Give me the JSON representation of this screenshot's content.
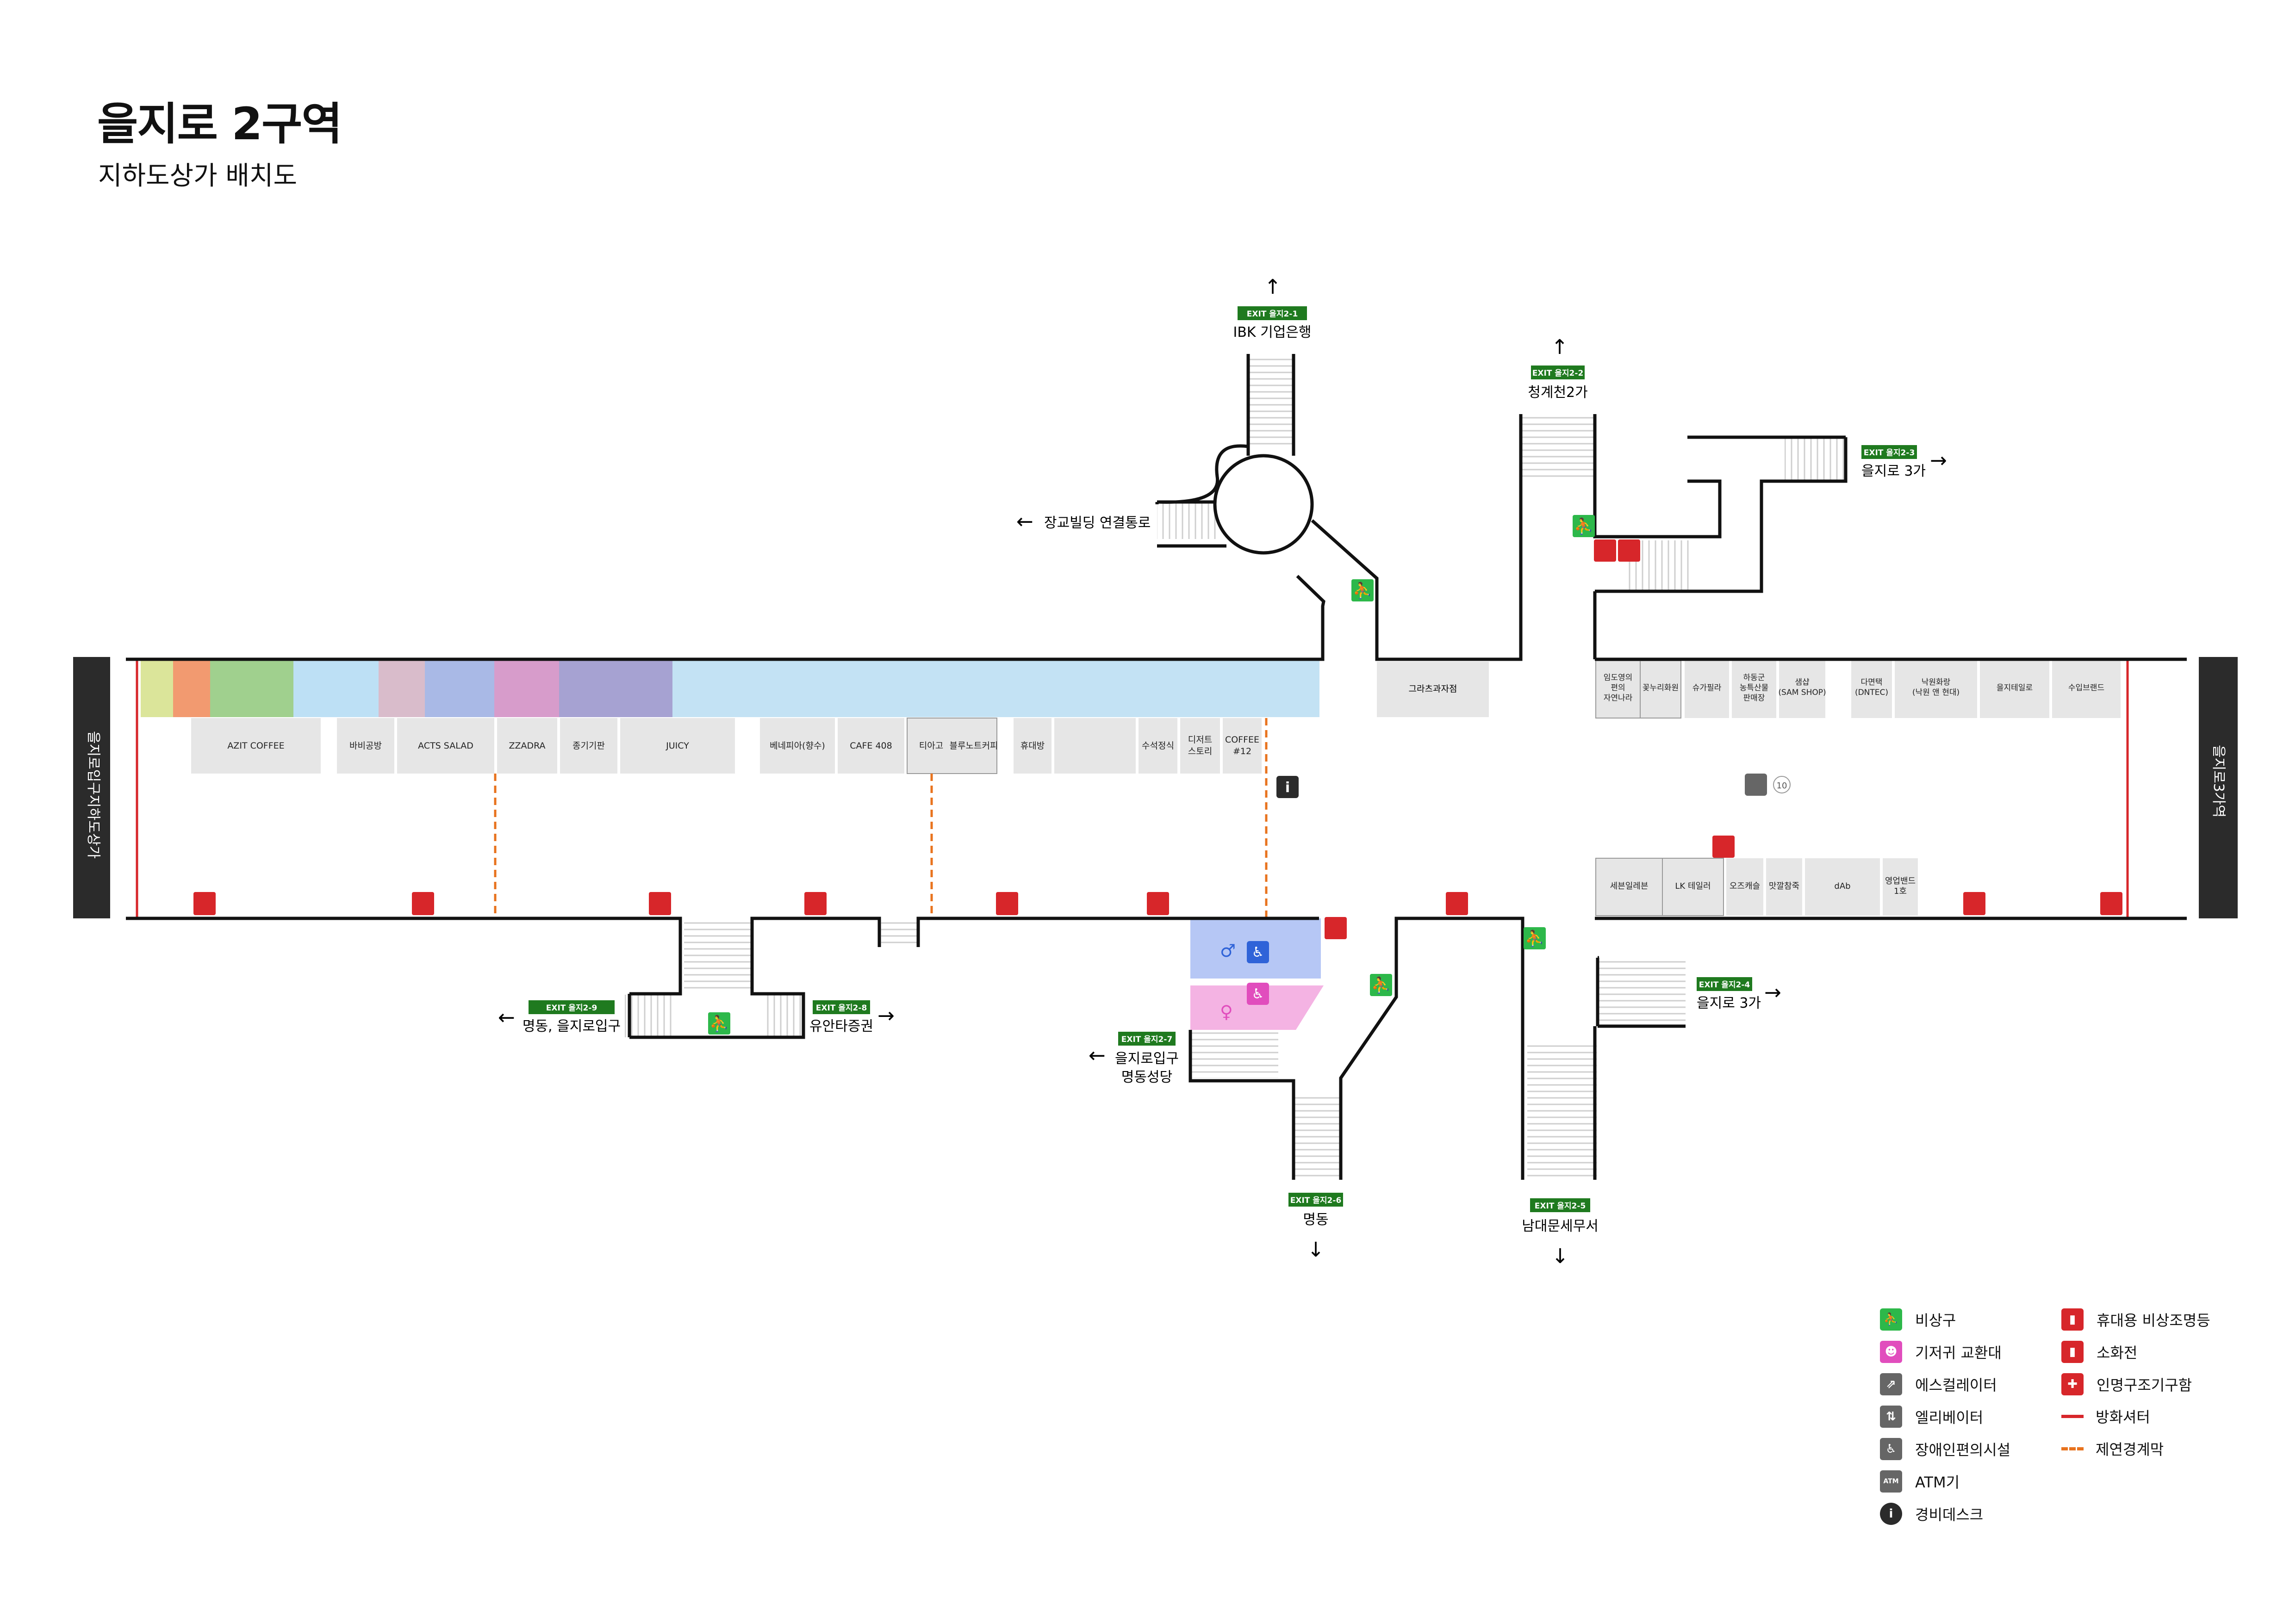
{
  "header": {
    "title": "을지로 2구역",
    "subtitle": "지하도상가 배치도"
  },
  "colors": {
    "exit_green": "#1f7a1f",
    "emergency_green": "#2db84a",
    "lamp_red": "#d7262a",
    "shutter_red": "#d7262a",
    "smoke_orange": "#e8731e",
    "store_gray": "#e6e6e6",
    "dark": "#2b2b2b",
    "restroom_male": "#b6c7f5",
    "restroom_female": "#f4b3e3",
    "accessible_blue": "#2f63d8"
  },
  "side_labels": {
    "left": "을지로입구지하도상가",
    "right": "을지로3가역"
  },
  "exits": [
    {
      "badge": "EXIT 을지2-1",
      "label": "IBK 기업은행",
      "arrow": "↑"
    },
    {
      "badge": "EXIT 을지2-2",
      "label": "청계천2가",
      "arrow": "↑"
    },
    {
      "badge": "EXIT 을지2-3",
      "label": "을지로 3가",
      "arrow": "→"
    },
    {
      "badge": "EXIT 을지2-4",
      "label": "을지로 3가",
      "arrow": "→"
    },
    {
      "badge": "EXIT 을지2-5",
      "label": "남대문세무서",
      "arrow": "↓"
    },
    {
      "badge": "EXIT 을지2-6",
      "label": "명동",
      "arrow": "↓"
    },
    {
      "badge": "EXIT 을지2-7",
      "label": "을지로입구",
      "label2": "명동성당",
      "arrow": "←"
    },
    {
      "badge": "EXIT 을지2-8",
      "label": "유안타증권",
      "arrow": "→"
    },
    {
      "badge": "EXIT 을지2-9",
      "label": "명동, 을지로입구",
      "arrow": "←"
    }
  ],
  "connection": {
    "label": "장교빌딩 연결통로",
    "arrow": "←"
  },
  "color_blocks": [
    "#dbe59a",
    "#f29a70",
    "#a0d08e",
    "#bde0f5",
    "#d9bccb",
    "#a9b9e6",
    "#d79ccb",
    "#a6a2d2",
    "#c3e2f4"
  ],
  "stores_top_left": [
    {
      "name": "AZIT COFFEE"
    },
    {
      "name": "바비공방"
    },
    {
      "name": "ACTS SALAD"
    },
    {
      "name": "ZZADRA"
    },
    {
      "name": "종기기판"
    },
    {
      "name": "JUICY"
    },
    {
      "name": "베네피아(향수)"
    },
    {
      "name": "CAFE 408"
    },
    {
      "name": "티아고"
    },
    {
      "name": "블루노트커피"
    },
    {
      "name": "휴대방"
    },
    {
      "name": ""
    },
    {
      "name": "수석정식"
    },
    {
      "name": "디저트",
      "name2": "스토리"
    },
    {
      "name": "COFFEE",
      "name2": "#12"
    }
  ],
  "store_top_mid": {
    "name": "그라츠과자점"
  },
  "stores_top_right": [
    {
      "name": "임도영의",
      "name2": "편의",
      "name3": "자연나라"
    },
    {
      "name": "꽃누리화원"
    },
    {
      "name": "슈가필라"
    },
    {
      "name": "하동군",
      "name2": "농특산물",
      "name3": "판매장"
    },
    {
      "name": "샘샵",
      "name2": "(SAM SHOP)"
    },
    {
      "name": "다면택",
      "name2": "(DNTEC)"
    },
    {
      "name": "낙원화랑",
      "name2": "(낙원 앤 현대)"
    },
    {
      "name": "을지테일로"
    },
    {
      "name": "수입브랜드"
    }
  ],
  "stores_bottom_right": [
    {
      "name": "세븐일레븐"
    },
    {
      "name": "LK 테일러"
    },
    {
      "name": "오즈캐슬"
    },
    {
      "name": "맛깔참죽"
    },
    {
      "name": "dAb"
    },
    {
      "name": "영업밴드",
      "name2": "1호"
    }
  ],
  "misc": {
    "atm_number": "10"
  },
  "legend": {
    "left": [
      {
        "icon": "emergency-exit-icon",
        "label": "비상구",
        "color": "#2db84a"
      },
      {
        "icon": "diaper-table-icon",
        "label": "기저귀 교환대",
        "color": "#e14dbd"
      },
      {
        "icon": "escalator-icon",
        "label": "에스컬레이터",
        "color": "#666666"
      },
      {
        "icon": "elevator-icon",
        "label": "엘리베이터",
        "color": "#666666"
      },
      {
        "icon": "accessible-icon",
        "label": "장애인편의시설",
        "color": "#666666"
      },
      {
        "icon": "atm-icon",
        "label": "ATM기",
        "color": "#666666"
      },
      {
        "icon": "security-desk-icon",
        "label": "경비데스크",
        "color": "#2b2b2b"
      }
    ],
    "right": [
      {
        "icon": "emergency-lamp-icon",
        "label": "휴대용 비상조명등",
        "color": "#d7262a"
      },
      {
        "icon": "fire-extinguisher-icon",
        "label": "소화전",
        "color": "#d7262a"
      },
      {
        "icon": "rescue-kit-icon",
        "label": "인명구조기구함",
        "color": "#d7262a"
      },
      {
        "line": "solid",
        "label": "방화셔터",
        "color": "#d7262a"
      },
      {
        "line": "dashed",
        "label": "제연경계막",
        "color": "#e8731e"
      }
    ]
  }
}
